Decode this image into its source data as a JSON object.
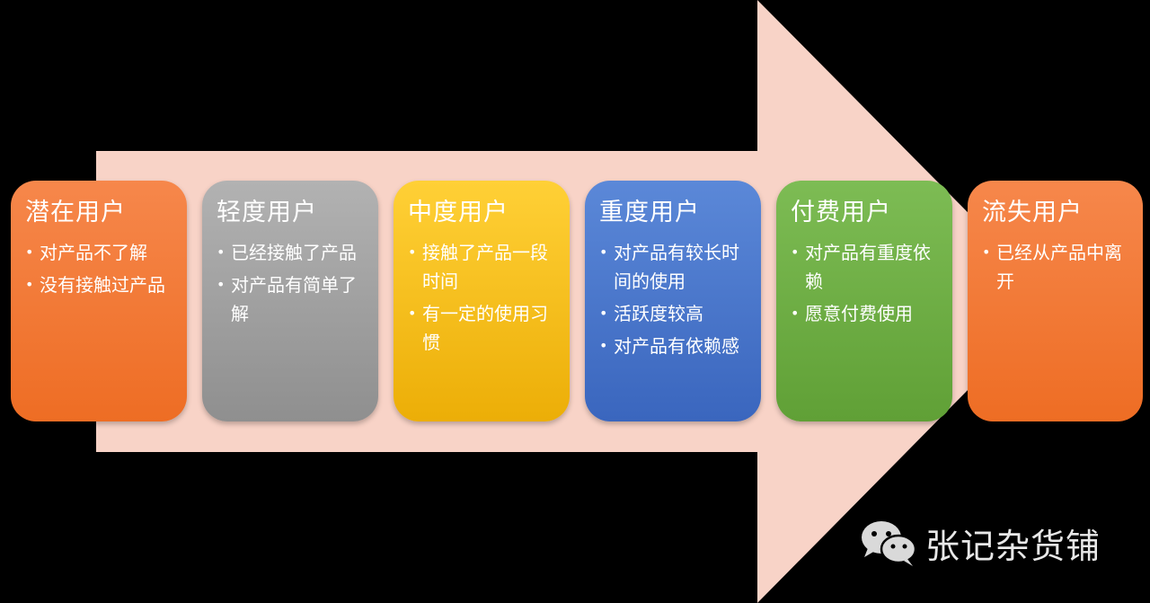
{
  "stages": [
    {
      "title": "潜在用户",
      "items": [
        "对产品不了解",
        "没有接触过产品"
      ]
    },
    {
      "title": "轻度用户",
      "items": [
        "已经接触了产品",
        "对产品有简单了解"
      ]
    },
    {
      "title": "中度用户",
      "items": [
        "接触了产品一段时间",
        "有一定的使用习惯"
      ]
    },
    {
      "title": "重度用户",
      "items": [
        "对产品有较长时间的使用",
        "活跃度较高",
        "对产品有依赖感"
      ]
    },
    {
      "title": "付费用户",
      "items": [
        "对产品有重度依赖",
        "愿意付费使用"
      ]
    },
    {
      "title": "流失用户",
      "items": [
        "已经从产品中离开"
      ]
    }
  ],
  "watermark": {
    "text": "张记杂货铺",
    "icon": "wechat-icon"
  },
  "colors": {
    "background": "#000000",
    "arrow": "#f8d3c7",
    "orange": "#ee6d24",
    "gray": "#999999",
    "yellow": "#f5bd14",
    "blue": "#4574c9",
    "green": "#6aac40"
  }
}
